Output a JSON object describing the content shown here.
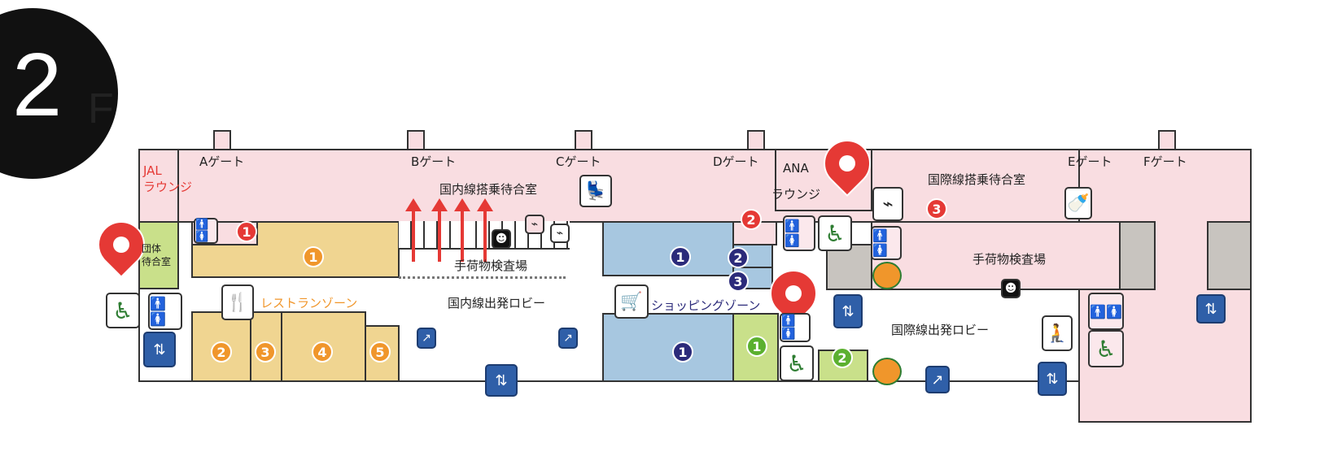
{
  "floor": {
    "number": "2",
    "suffix": "F"
  },
  "gates": [
    "Aゲート",
    "Bゲート",
    "Cゲート",
    "Dゲート",
    "Eゲート",
    "Fゲート"
  ],
  "areas": {
    "jal_lounge": "JAL\nラウンジ",
    "ana_lounge_1": "ANA",
    "ana_lounge_2": "ラウンジ",
    "group_room_1": "団体",
    "group_room_2": "待合室",
    "dom_waiting": "国内線搭乗待合室",
    "intl_waiting": "国際線搭乗待合室",
    "dom_security": "手荷物検査場",
    "intl_security": "手荷物検査場",
    "dom_lobby": "国内線出発ロビー",
    "intl_lobby": "国際線出発ロビー",
    "restaurant_zone": "レストランゾーン",
    "shopping_zone": "ショッピングゾーン"
  },
  "numbers": {
    "one": "1",
    "two": "2",
    "three": "3",
    "four": "4",
    "five": "5"
  },
  "icons": {
    "restroom": "🚹🚺",
    "wheelchair": "♿",
    "elevator": "⇅",
    "escalator": "↗",
    "smoking": "⌁",
    "info": "☻",
    "cafe": "☕"
  },
  "colors": {
    "pink": "#f9dde1",
    "tan": "#f0d591",
    "blue": "#a7c7e0",
    "green": "#c9e08a",
    "red": "#e53935",
    "orange": "#f0962b",
    "navy": "#2b2a7a",
    "lime": "#5bb02f"
  }
}
